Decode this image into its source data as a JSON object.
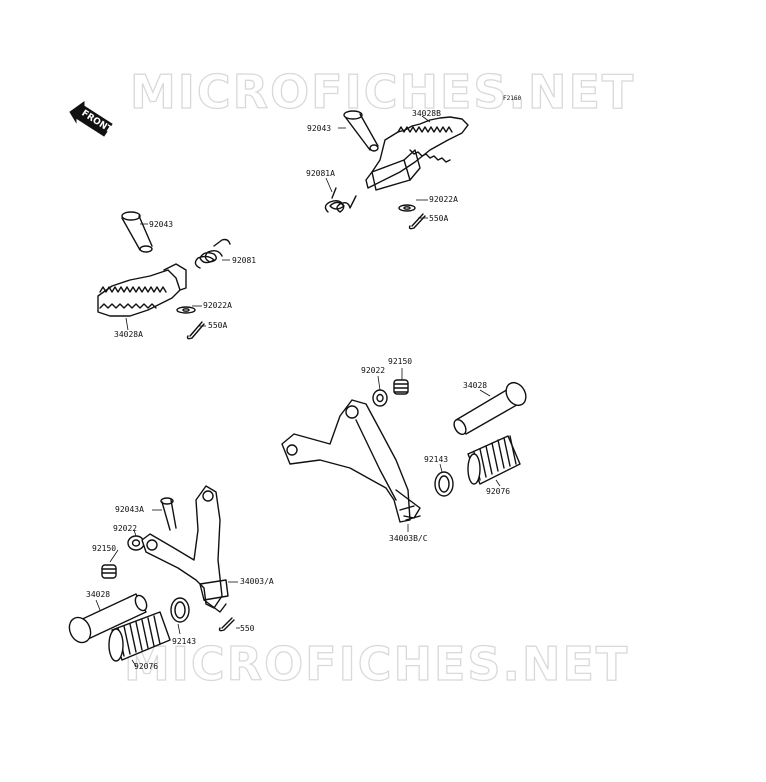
{
  "watermark": "MICROFICHES.NET",
  "diagram_code": "F2160",
  "front_label": "FRONT",
  "labels": {
    "p92043_top": "92043",
    "p34028B": "34028B",
    "p92081A": "92081A",
    "p92022A_top": "92022A",
    "p550A_top": "550A",
    "p92043_left": "92043",
    "p92081": "92081",
    "p92022A_left": "92022A",
    "p550A_left": "550A",
    "p34028A": "34028A",
    "p92150_right": "92150",
    "p92022_right": "92022",
    "p34028_right": "34028",
    "p92143_right": "92143",
    "p92076_right": "92076",
    "p34003BC": "34003B/C",
    "p92043A": "92043A",
    "p92022_left": "92022",
    "p92150_left": "92150",
    "p34003A": "34003/A",
    "p34028_left": "34028",
    "p92143_left": "92143",
    "p550": "550",
    "p92076_left": "92076"
  }
}
